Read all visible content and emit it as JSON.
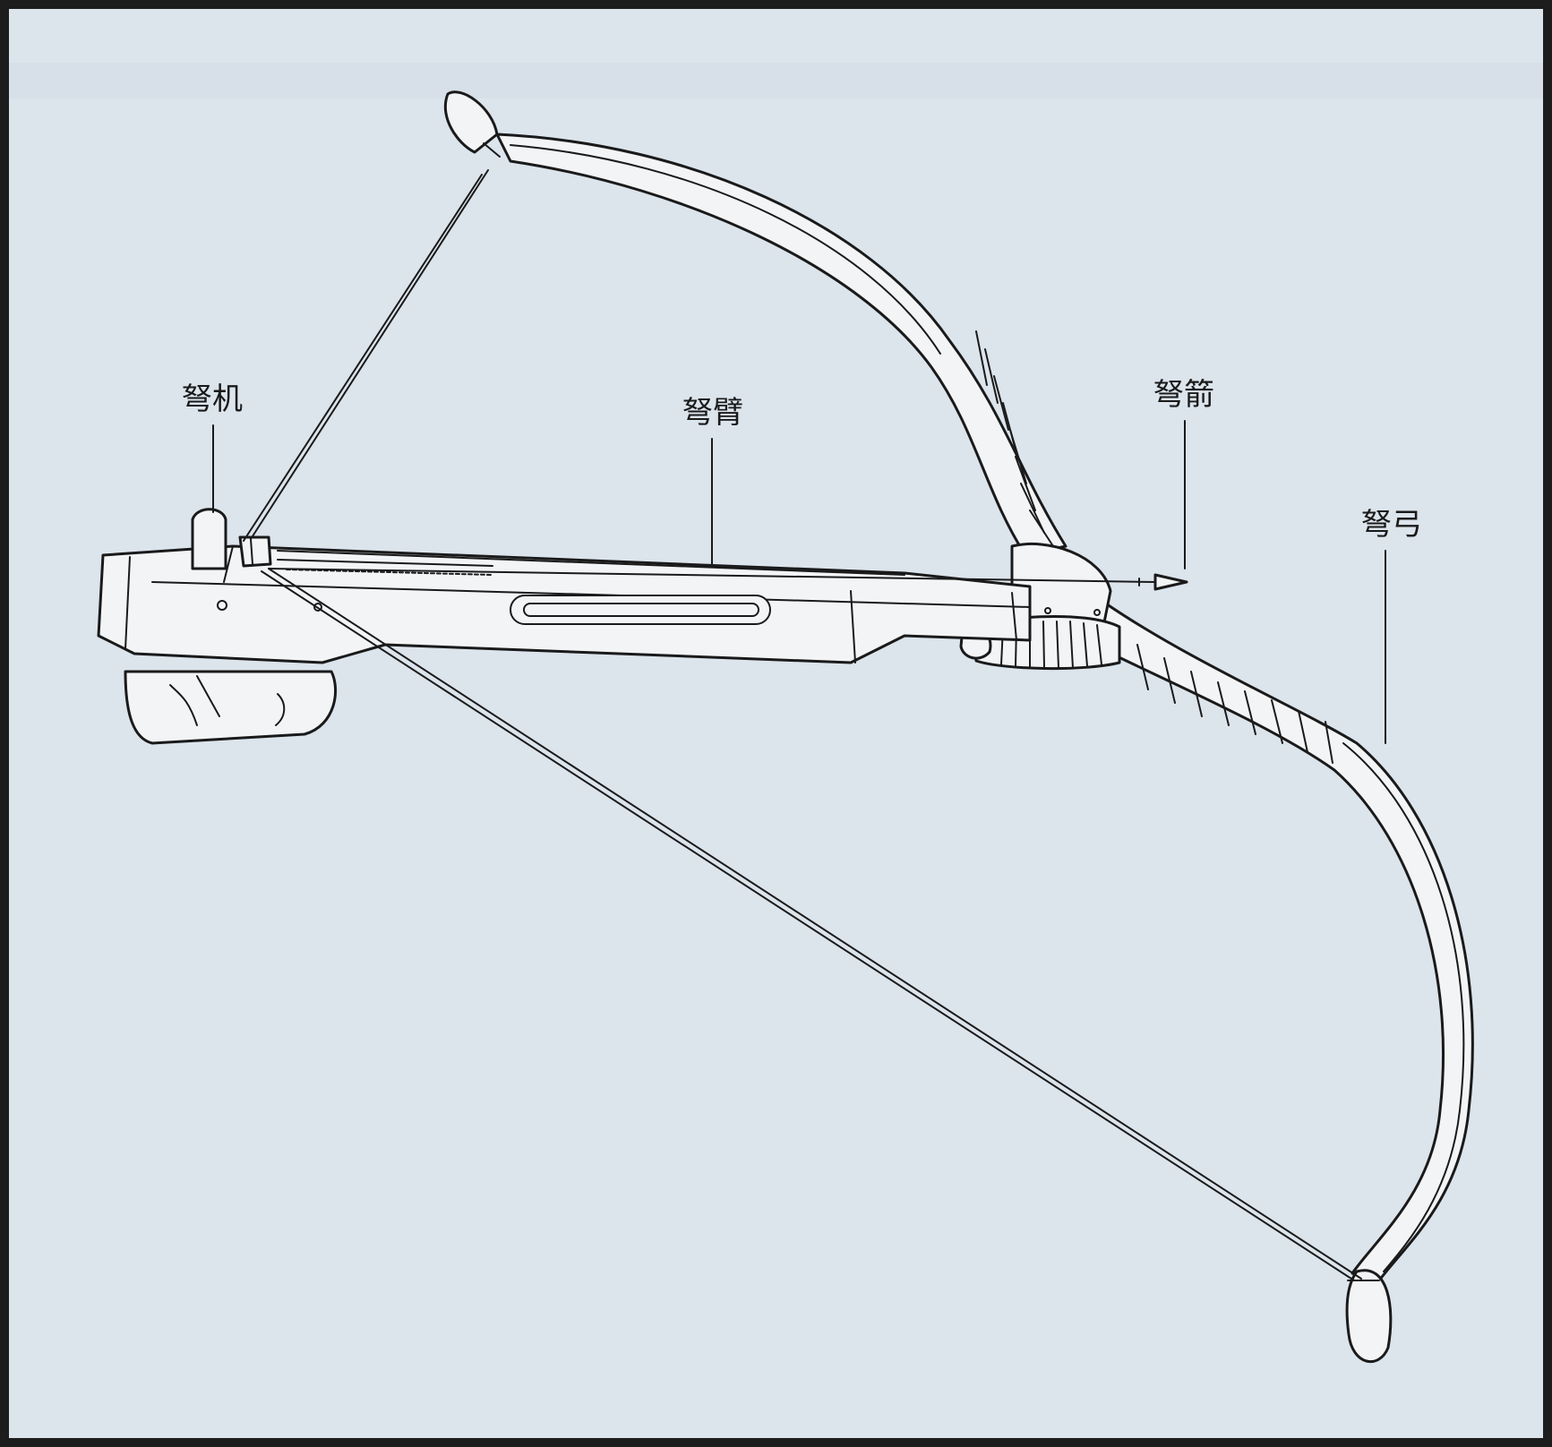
{
  "labels": {
    "trigger": "弩机",
    "arm": "弩臂",
    "arrow": "弩箭",
    "bow": "弩弓"
  },
  "colors": {
    "background": "#dce4ec",
    "frame": "#1d1d1d",
    "ink": "#1a1a1a"
  }
}
